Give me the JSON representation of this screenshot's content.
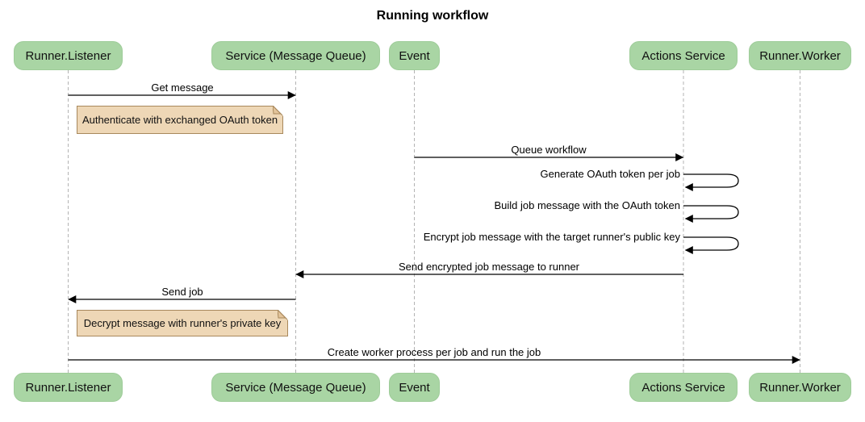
{
  "title": "Running workflow",
  "participants": [
    {
      "id": "runner-listener",
      "label": "Runner.Listener"
    },
    {
      "id": "service-message-queue",
      "label": "Service (Message Queue)"
    },
    {
      "id": "event",
      "label": "Event"
    },
    {
      "id": "actions-service",
      "label": "Actions Service"
    },
    {
      "id": "runner-worker",
      "label": "Runner.Worker"
    }
  ],
  "messages": [
    {
      "from": "Runner.Listener",
      "to": "Service (Message Queue)",
      "label": "Get message",
      "self": false
    },
    {
      "from": "Event",
      "to": "Actions Service",
      "label": "Queue workflow",
      "self": false
    },
    {
      "from": "Actions Service",
      "to": "Actions Service",
      "label": "Generate OAuth token per job",
      "self": true
    },
    {
      "from": "Actions Service",
      "to": "Actions Service",
      "label": "Build job message with the OAuth token",
      "self": true
    },
    {
      "from": "Actions Service",
      "to": "Actions Service",
      "label": "Encrypt job message with the target runner's public key",
      "self": true
    },
    {
      "from": "Actions Service",
      "to": "Service (Message Queue)",
      "label": "Send encrypted job message to runner",
      "self": false
    },
    {
      "from": "Service (Message Queue)",
      "to": "Runner.Listener",
      "label": "Send job",
      "self": false
    },
    {
      "from": "Runner.Listener",
      "to": "Runner.Worker",
      "label": "Create worker process per job and run the job",
      "self": false
    }
  ],
  "notes": [
    {
      "over": "Runner.Listener",
      "label": "Authenticate with exchanged OAuth token"
    },
    {
      "over": "Runner.Listener",
      "label": "Decrypt message with runner's private key"
    }
  ],
  "colors": {
    "participant_fill": "#a9d5a4",
    "note_fill": "#eed7b6",
    "note_border": "#a8885c",
    "lifeline": "#b3b3b3",
    "arrow": "#000000",
    "text": "#000000"
  }
}
